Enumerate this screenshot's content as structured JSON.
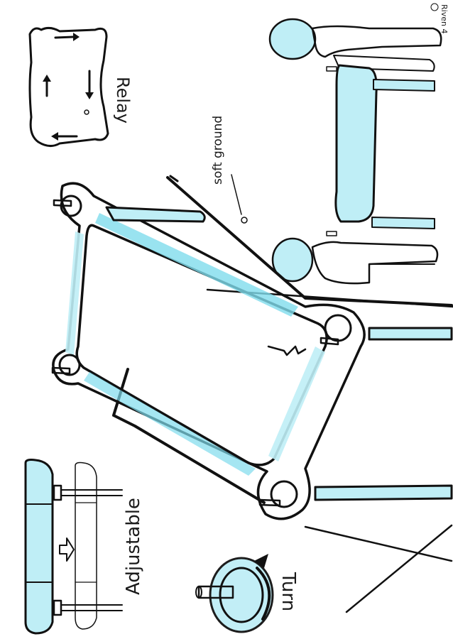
{
  "annotations": {
    "relay": "Relay",
    "soft_ground": "soft ground",
    "adjustable": "Adjustable",
    "turn": "Turn",
    "signature": "Riven 4"
  },
  "colors": {
    "paper": "#ffffff",
    "ink": "#111111",
    "marker_light": "#bfeef6",
    "marker_dark": "#7fdcec"
  },
  "icons": [
    "arrow-up-icon",
    "arrow-down-icon",
    "arrow-right-icon",
    "arrow-left-icon",
    "adjust-arrow-icon",
    "rotate-arrow-icon"
  ]
}
